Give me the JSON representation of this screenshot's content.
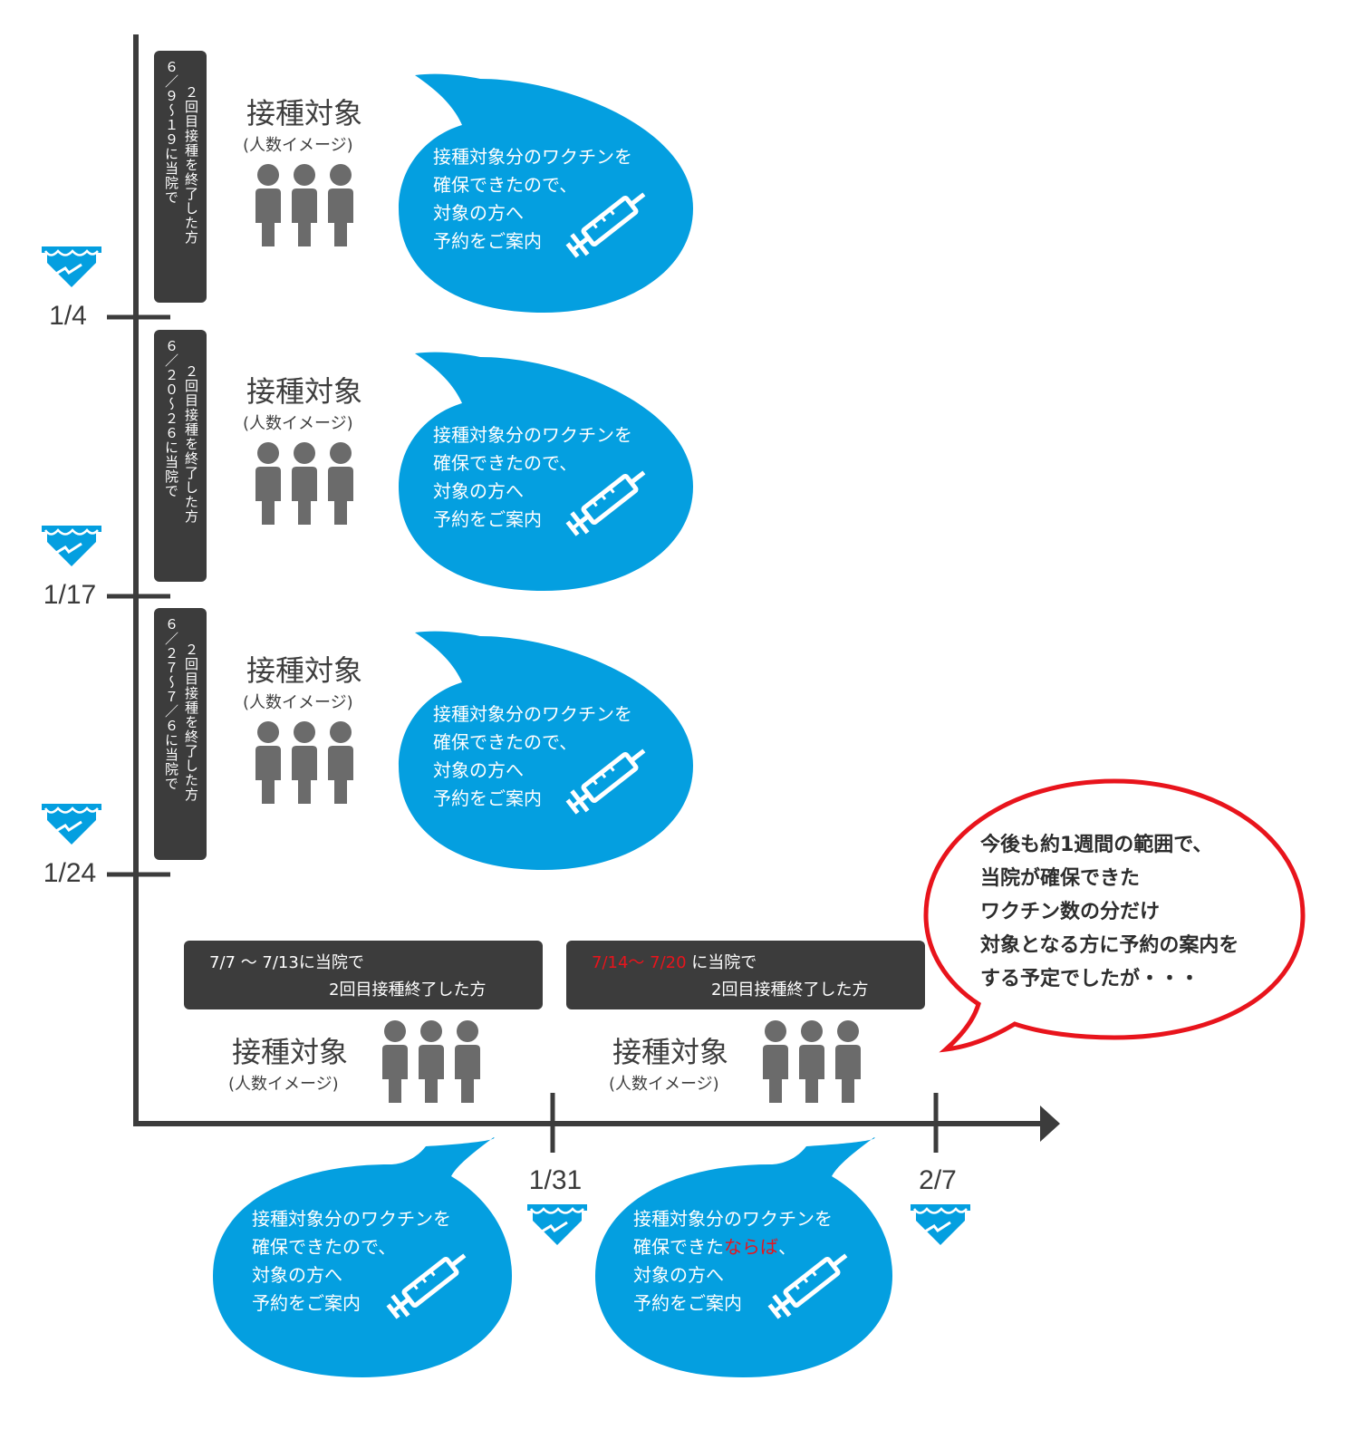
{
  "axis": {
    "y_dates": [
      "1/4",
      "1/17",
      "1/24"
    ],
    "x_dates": [
      "1/31",
      "2/7"
    ]
  },
  "vertical_groups": [
    {
      "col1": "２回目接種を終了した方",
      "col2": "６／９～１９に当院で"
    },
    {
      "col1": "２回目接種を終了した方",
      "col2": "６／２０～２６に当院で"
    },
    {
      "col1": "２回目接種を終了した方",
      "col2": "６／２７～７／６に当院で"
    }
  ],
  "horizontal_groups": [
    {
      "line1_red": "",
      "line1": "7/7 ～ 7/13に当院で",
      "line2": "2回目接種終了した方"
    },
    {
      "line1_red": "7/14～ 7/20",
      "line1": " に当院で",
      "line2": "2回目接種終了した方"
    }
  ],
  "target": {
    "title": "接種対象",
    "subtitle": "(人数イメージ)"
  },
  "bubble": {
    "line1": "接種対象分のワクチンを",
    "line2": "確保できたので、",
    "line2_prefix": "確保できた",
    "line2_red": "ならば",
    "line2_suffix": "、",
    "line3": "対象の方へ",
    "line4": "予約をご案内"
  },
  "note": {
    "lines": [
      "今後も約1週間の範囲で、",
      "当院が確保できた",
      "ワクチン数の分だけ",
      "対象となる方に予約の案内を",
      "する予定でしたが・・・"
    ]
  },
  "colors": {
    "accent_blue": "#049fe0",
    "dark": "#3c3c3c",
    "person": "#6b6b6b",
    "red": "#e8141c"
  },
  "icons": [
    "person-icon",
    "syringe-icon",
    "box-stamp-icon"
  ]
}
